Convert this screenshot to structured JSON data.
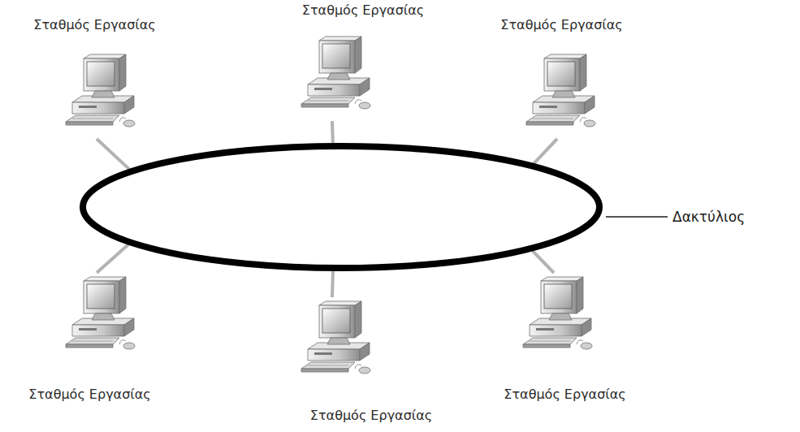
{
  "diagram": {
    "nodes": [
      {
        "text": [
          "Σταθμός Εργασίας"
        ]
      },
      {
        "text": [
          "Σταθμός Εργασίας"
        ]
      },
      {
        "text": [
          "Σταθμός Εργασίας"
        ]
      },
      {
        "text": [
          "Δακτύλιος"
        ]
      },
      {
        "text": [
          "Σταθμός Εργασίας"
        ]
      },
      {
        "text": [
          "Σταθμός Εργασίας"
        ]
      },
      {
        "text": [
          "Σταθμός Εργασίας"
        ]
      }
    ],
    "edges": [
      {
        "from": 0,
        "to": 3,
        "arrow": "none"
      },
      {
        "from": 1,
        "to": 3,
        "arrow": "none"
      },
      {
        "from": 2,
        "to": 3,
        "arrow": "none"
      },
      {
        "from": 4,
        "to": 3,
        "arrow": "none"
      },
      {
        "from": 5,
        "to": 3,
        "arrow": "none"
      },
      {
        "from": 6,
        "to": 3,
        "arrow": "none"
      }
    ]
  }
}
